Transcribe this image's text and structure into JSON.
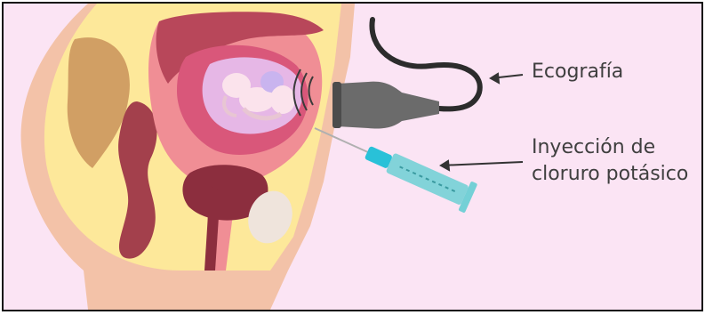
{
  "labels": {
    "ecografia": "Ecografía",
    "inyeccion_line1": "Inyección de",
    "inyeccion_line2": "cloruro potásico"
  },
  "colors": {
    "background": "#fbe4f4",
    "border": "#111111",
    "skin": "#f3c2a8",
    "fat": "#fde89a",
    "uterus_wall": "#f08e95",
    "uterus_cavity": "#d9577a",
    "dark_tissue": "#8c2e3e",
    "amniotic": "#e6b7e6",
    "fetus": "#fbe3ec",
    "probe": "#6b6b6b",
    "syringe": "#74d0d6",
    "syringe_hub": "#29c1d8",
    "arrow": "#333333"
  },
  "icons": [
    "ultrasound-probe",
    "syringe",
    "fetus",
    "sound-waves"
  ]
}
